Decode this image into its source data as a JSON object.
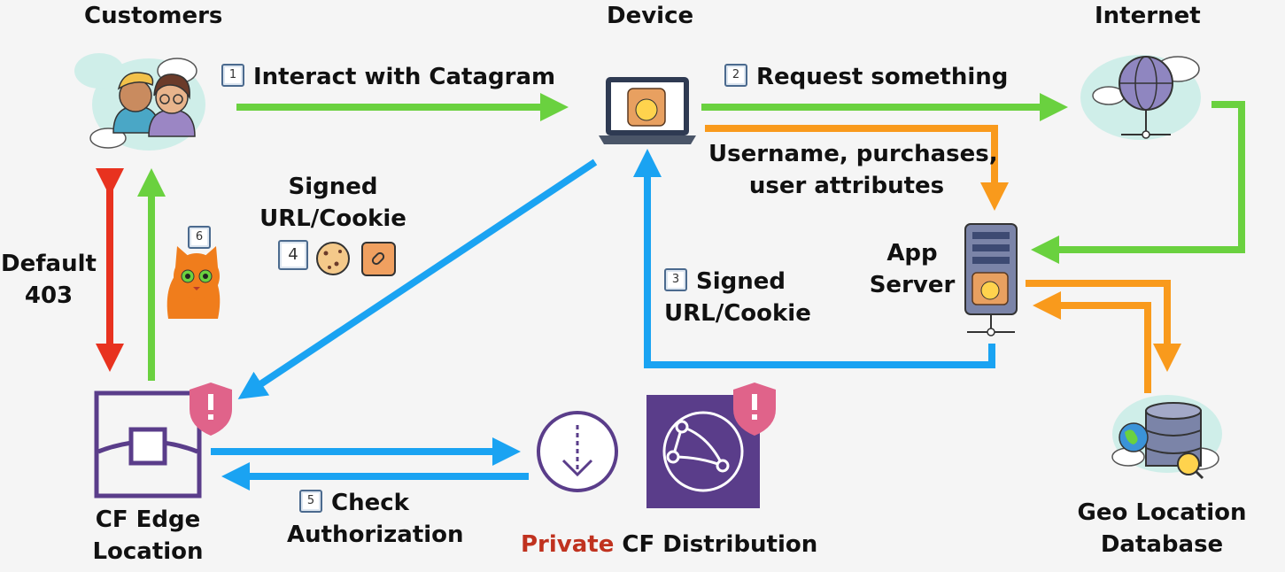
{
  "headers": {
    "customers": "Customers",
    "device": "Device",
    "internet": "Internet"
  },
  "steps": {
    "s1": {
      "num": "1",
      "text": "Interact with Catagram"
    },
    "s2": {
      "num": "2",
      "text": "Request something"
    },
    "s3": {
      "num": "3",
      "line1": "Signed",
      "line2": "URL/Cookie"
    },
    "s4": {
      "num": "4",
      "line1": "Signed",
      "line2": "URL/Cookie"
    },
    "s5": {
      "num": "5",
      "line1": "Check",
      "line2": "Authorization"
    },
    "s6": {
      "num": "6"
    }
  },
  "labels": {
    "user_data_line1": "Username, purchases,",
    "user_data_line2": "user attributes",
    "default_line1": "Default",
    "default_line2": "403",
    "app_server_line1": "App",
    "app_server_line2": "Server",
    "cf_edge_line1": "CF Edge",
    "cf_edge_line2": "Location",
    "geo_line1": "Geo Location",
    "geo_line2": "Database",
    "private_word": "Private",
    "distribution_rest": " CF Distribution"
  },
  "colors": {
    "green": "#6ad13f",
    "orange": "#f99a1c",
    "blue": "#1aa3f2",
    "red": "#e8321f",
    "purple": "#5a3d8a",
    "shield": "#e0638a"
  }
}
